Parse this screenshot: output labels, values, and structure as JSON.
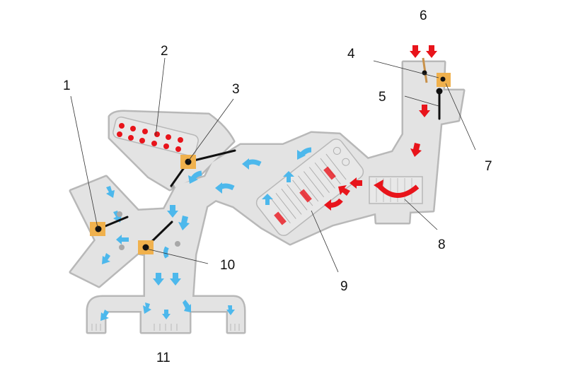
{
  "diagram": {
    "labels": [
      "1",
      "2",
      "3",
      "4",
      "5",
      "6",
      "7",
      "8",
      "9",
      "10",
      "11"
    ],
    "colors": {
      "duct": "#e3e3e3",
      "duct_outline": "#b8b8b8",
      "cold_air": "#4db8ec",
      "hot_air": "#e8141b",
      "actuator": "#f0b14d",
      "flap": "#111111"
    }
  }
}
